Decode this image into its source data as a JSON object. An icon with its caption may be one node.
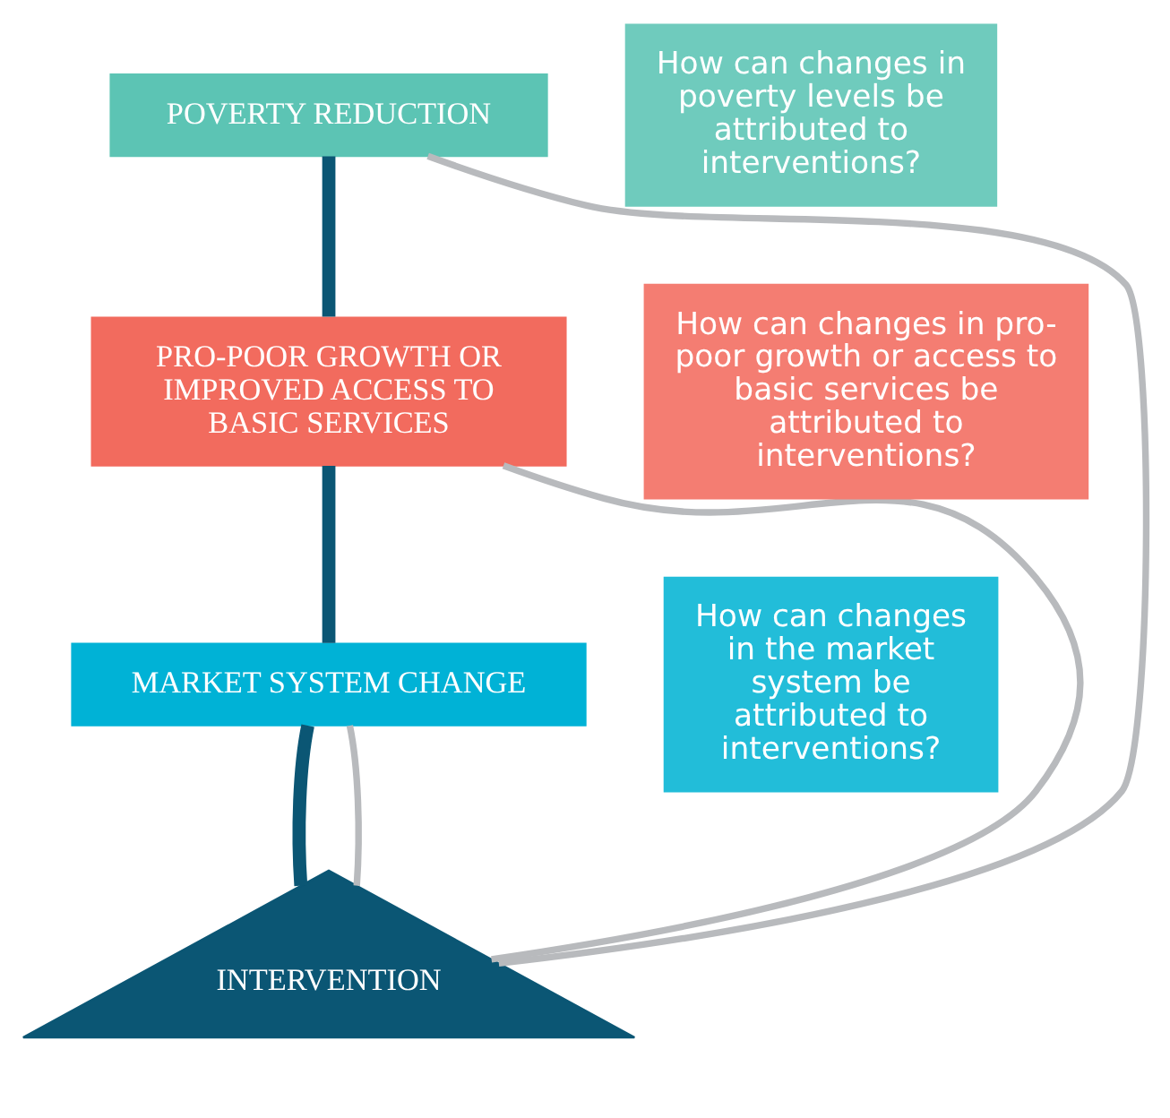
{
  "diagram": {
    "nodes": [
      {
        "text": [
          "POVERTY REDUCTION"
        ]
      },
      {
        "text": [
          "PRO-POOR GROWTH OR IMPROVED ACCESS TO BASIC SERVICES"
        ]
      },
      {
        "text": [
          "MARKET SYSTEM CHANGE"
        ]
      },
      {
        "text": [
          "INTERVENTION"
        ]
      },
      {
        "text": [
          "How can changes in poverty levels be attributed to interventions?"
        ]
      },
      {
        "text": [
          "How can changes in pro-poor growth or access to basic services be attributed to interventions?"
        ]
      },
      {
        "text": [
          "How can changes in the market system be attributed to interventions?"
        ]
      }
    ],
    "edges": [
      {
        "from": 0,
        "to": 1,
        "arrow": "none",
        "style": "thick"
      },
      {
        "from": 1,
        "to": 2,
        "arrow": "none",
        "style": "thick"
      },
      {
        "from": 2,
        "to": 3,
        "arrow": "none",
        "style": "thick"
      },
      {
        "from": 0,
        "to": 3,
        "arrow": "none",
        "color": "#b8babd"
      },
      {
        "from": 1,
        "to": 3,
        "arrow": "none",
        "color": "#b8babd"
      },
      {
        "from": 2,
        "to": 3,
        "arrow": "none",
        "color": "#b8babd"
      }
    ]
  }
}
